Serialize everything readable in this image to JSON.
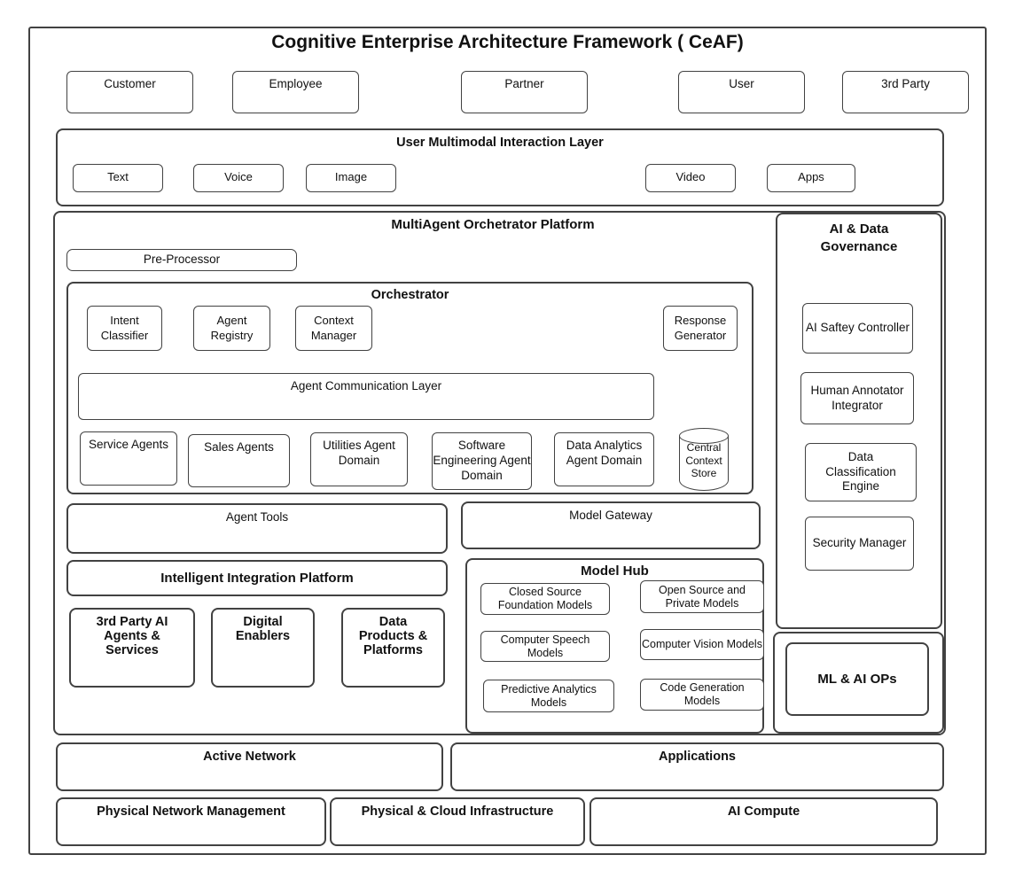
{
  "title": "Cognitive Enterprise Architecture Framework ( CeAF)",
  "stakeholders": {
    "items": [
      "Customer",
      "Employee",
      "Partner",
      "User",
      "3rd Party"
    ]
  },
  "interaction": {
    "title": "User Multimodal Interaction Layer",
    "modes": [
      "Text",
      "Voice",
      "Image",
      "Video",
      "Apps"
    ]
  },
  "platform": {
    "title": "MultiAgent Orchetrator Platform",
    "pre_processor": "Pre-Processor",
    "orchestrator": {
      "title": "Orchestrator",
      "components": [
        "Intent Classifier",
        "Agent Registry",
        "Context Manager",
        "Response Generator"
      ],
      "communication_layer": "Agent Communication Layer",
      "agent_domains": [
        "Service Agents",
        "Sales Agents",
        "Utilities Agent Domain",
        "Software Engineering Agent Domain",
        "Data Analytics Agent Domain"
      ],
      "central_context_store": "Central Context Store"
    },
    "agent_tools": "Agent Tools",
    "model_gateway": "Model Gateway",
    "integration_platform": "Intelligent Integration Platform",
    "model_hub": {
      "title": "Model Hub",
      "models": [
        "Closed Source Foundation Models",
        "Open Source and Private Models",
        "Computer Speech Models",
        "Computer Vision Models",
        "Predictive Analytics Models",
        "Code  Generation Models"
      ]
    },
    "enablers": [
      "3rd Party AI Agents & Services",
      "Digital Enablers",
      "Data Products & Platforms"
    ]
  },
  "governance": {
    "title": "AI & Data Governance",
    "items": [
      "AI Saftey Controller",
      "Human Annotator Integrator",
      "Data Classification Engine",
      "Security Manager"
    ]
  },
  "ml_ai_ops": "ML & AI OPs",
  "infrastructure": {
    "row1": [
      "Active Network",
      "Applications"
    ],
    "row2": [
      "Physical Network Management",
      "Physical & Cloud Infrastructure",
      "AI Compute"
    ]
  },
  "colors": {
    "border": "#424242",
    "text": "#111111",
    "background": "#ffffff"
  }
}
